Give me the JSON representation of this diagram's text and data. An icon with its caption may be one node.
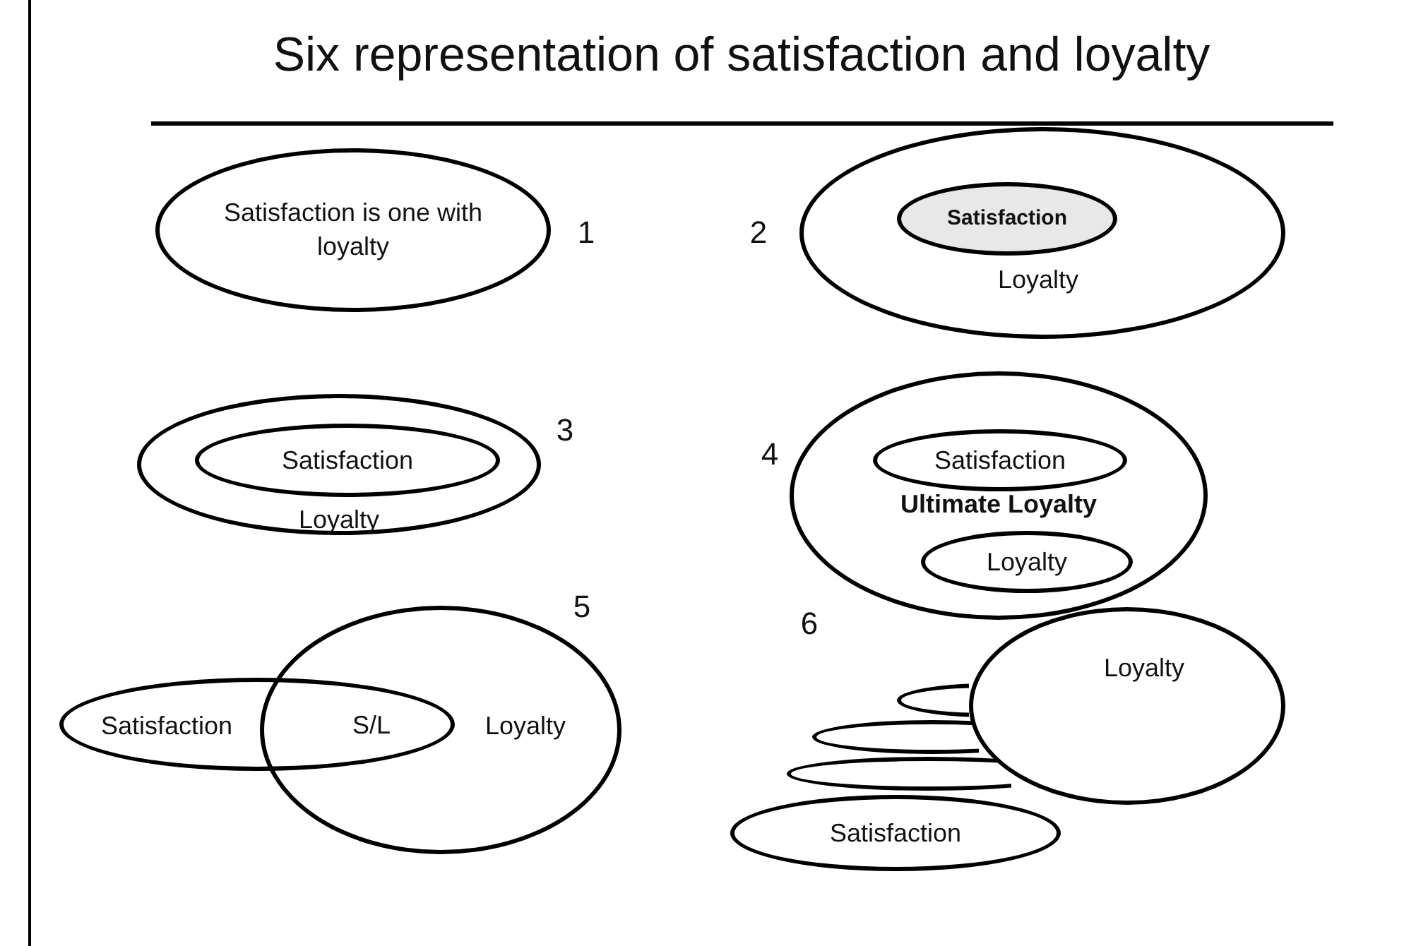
{
  "diagram": {
    "title": "Six representation of satisfaction and loyalty",
    "nodes": [
      {
        "text": [
          "Satisfaction is one with loyalty"
        ]
      },
      {
        "text": [
          "Loyalty"
        ]
      },
      {
        "text": [
          "Satisfaction"
        ],
        "in": 1
      },
      {
        "text": [
          "Loyalty"
        ]
      },
      {
        "text": [
          "Satisfaction"
        ],
        "in": 3
      },
      {
        "text": [
          "Ultimate Loyalty"
        ]
      },
      {
        "text": [
          "Satisfaction"
        ],
        "in": 5
      },
      {
        "text": [
          "Loyalty"
        ],
        "in": 5
      },
      {
        "text": [
          "Satisfaction"
        ]
      },
      {
        "text": [
          "Loyalty"
        ]
      },
      {
        "text": [
          "Loyalty"
        ]
      },
      {
        "text": [],
        "shape": "ellipse"
      },
      {
        "text": [],
        "shape": "ellipse"
      },
      {
        "text": [],
        "shape": "ellipse"
      },
      {
        "text": [
          "Satisfaction"
        ]
      }
    ],
    "labels": [
      "1",
      "2",
      "3",
      "4",
      "5",
      "6",
      "S/L"
    ]
  }
}
